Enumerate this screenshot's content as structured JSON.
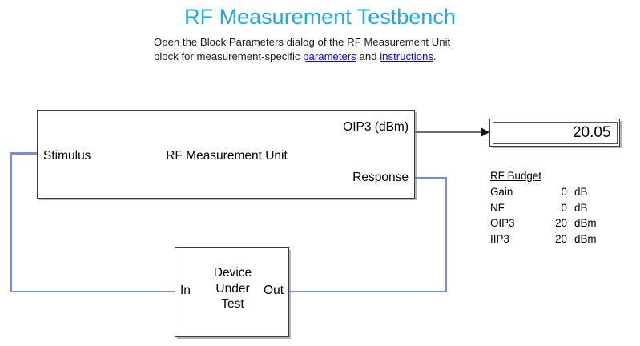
{
  "header": {
    "title": "RF Measurement Testbench",
    "description_part1": "Open the Block Parameters dialog of the RF Measurement Unit block for measurement-specific ",
    "link_parameters": "parameters",
    "description_conjunction": " and ",
    "link_instructions": "instructions",
    "description_end": "."
  },
  "blocks": {
    "rf_measurement_unit": {
      "name": "RF Measurement Unit",
      "input_port": "Stimulus",
      "output_port_1": "OIP3 (dBm)",
      "output_port_2": "Response"
    },
    "device_under_test": {
      "name": "Device\nUnder\nTest",
      "name_line1": "Device",
      "name_line2": "Under",
      "name_line3": "Test",
      "input_port": "In",
      "output_port": "Out"
    },
    "display": {
      "value": "20.05"
    }
  },
  "annotations": {
    "rf_budget": {
      "title": "RF Budget",
      "rows": [
        {
          "name": "Gain",
          "value": "0",
          "unit": "dB"
        },
        {
          "name": "NF",
          "value": "0",
          "unit": "dB"
        },
        {
          "name": "OIP3",
          "value": "20",
          "unit": "dBm"
        },
        {
          "name": "IIP3",
          "value": "20",
          "unit": "dBm"
        }
      ]
    }
  },
  "colors": {
    "title": "#21a9e1",
    "link": "#0000ee",
    "signal_line": "#7b8bcf",
    "output_line": "#6e6e6e",
    "block_border": "#3c3c3c",
    "background": "#ffffff"
  }
}
